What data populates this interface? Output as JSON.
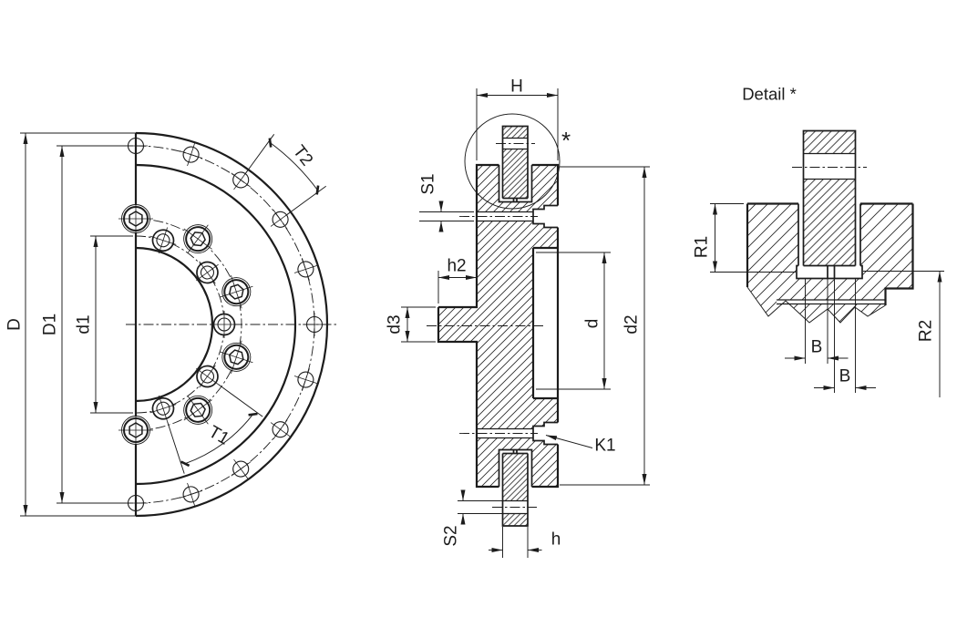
{
  "page": {
    "background": "#ffffff",
    "ink": "#1c1c1c"
  },
  "front_view": {
    "labels": {
      "D": "D",
      "D1": "D1",
      "d1": "d1",
      "T1": "T1",
      "T2": "T2"
    }
  },
  "section_view": {
    "labels": {
      "H": "H",
      "S1": "S1",
      "h2": "h2",
      "d3": "d3",
      "d": "d",
      "d2": "d2",
      "K1": "K1",
      "S2": "S2",
      "h": "h",
      "detail_marker": "*"
    }
  },
  "detail_view": {
    "title": "Detail *",
    "labels": {
      "R1": "R1",
      "R2": "R2",
      "B_left": "B",
      "B_right": "B"
    }
  }
}
